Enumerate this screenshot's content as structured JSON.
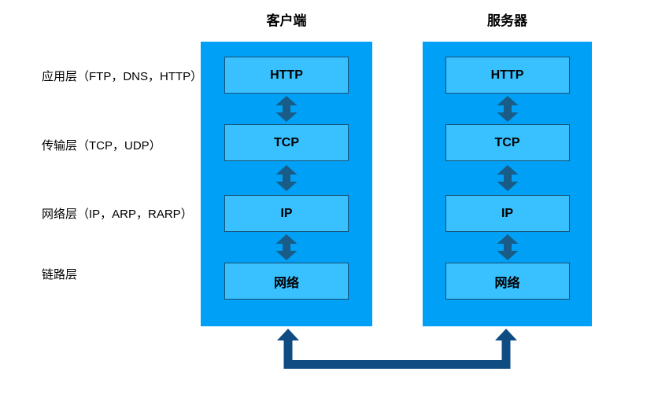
{
  "diagram": {
    "titles": {
      "client": "客户端",
      "server": "服务器"
    },
    "layer_labels": [
      "应用层（FTP，DNS，HTTP）",
      "传输层（TCP，UDP）",
      "网络层（IP，ARP，RARP）",
      "链路层"
    ],
    "client_stack": [
      "HTTP",
      "TCP",
      "IP",
      "网络"
    ],
    "server_stack": [
      "HTTP",
      "TCP",
      "IP",
      "网络"
    ],
    "colors": {
      "column_fill": "#00A0F7",
      "box_fill": "#38C0FF",
      "box_border": "#1A4F70",
      "arrow": "#185C87",
      "connector": "#0E4C82"
    }
  }
}
